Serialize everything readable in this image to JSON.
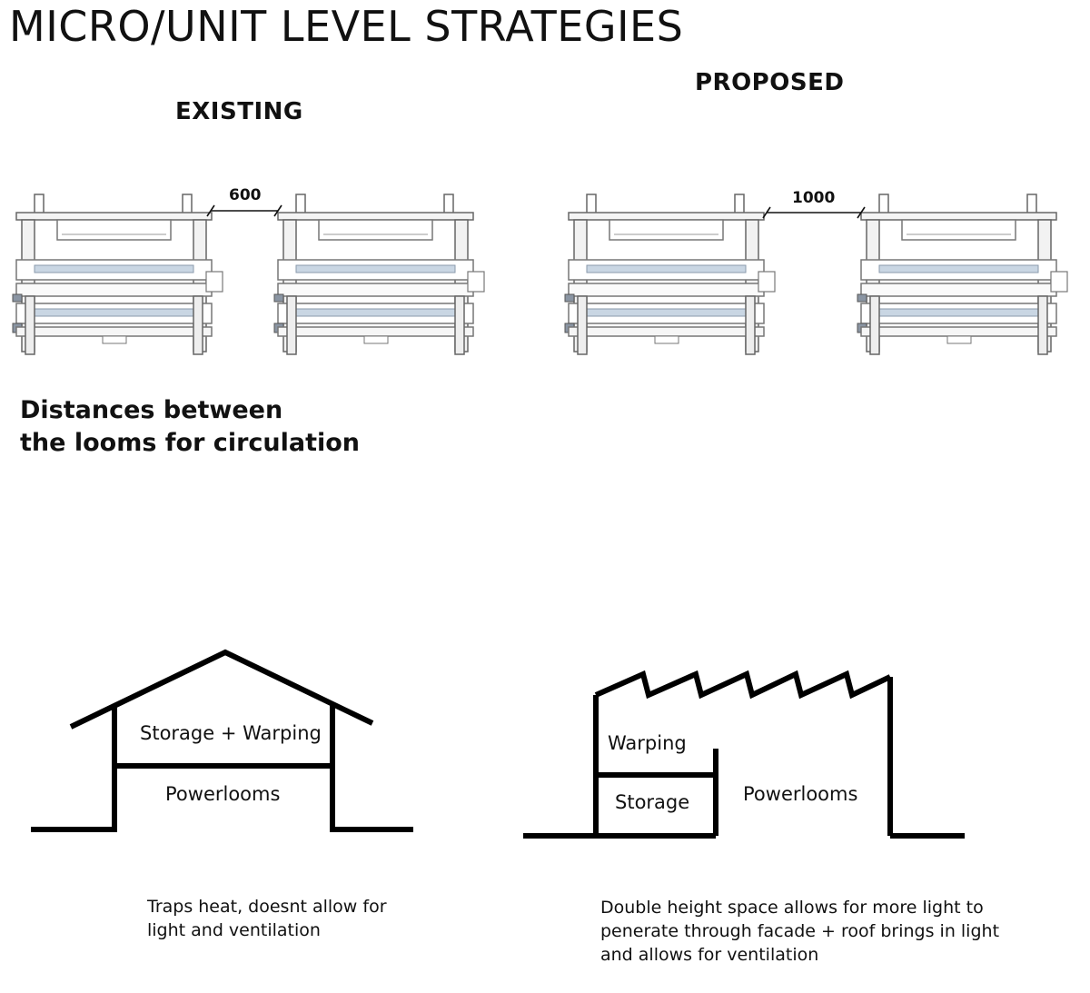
{
  "title": "MICRO/UNIT  LEVEL STRATEGIES",
  "existing": {
    "heading": "EXISTING",
    "dimension": "600",
    "section": {
      "upper_label": "Storage + Warping",
      "lower_label": "Powerlooms"
    },
    "note": "Traps heat, doesnt allow for\nlight and ventilation"
  },
  "proposed": {
    "heading": "PROPOSED",
    "dimension": "1000",
    "section": {
      "warping_label": "Warping",
      "storage_label": "Storage",
      "powerlooms_label": "Powerlooms"
    },
    "note": "Double height space allows for more light to\npenerate through facade + roof brings in light\n and allows for ventilation"
  },
  "caption": "Distances between\nthe looms for circulation"
}
